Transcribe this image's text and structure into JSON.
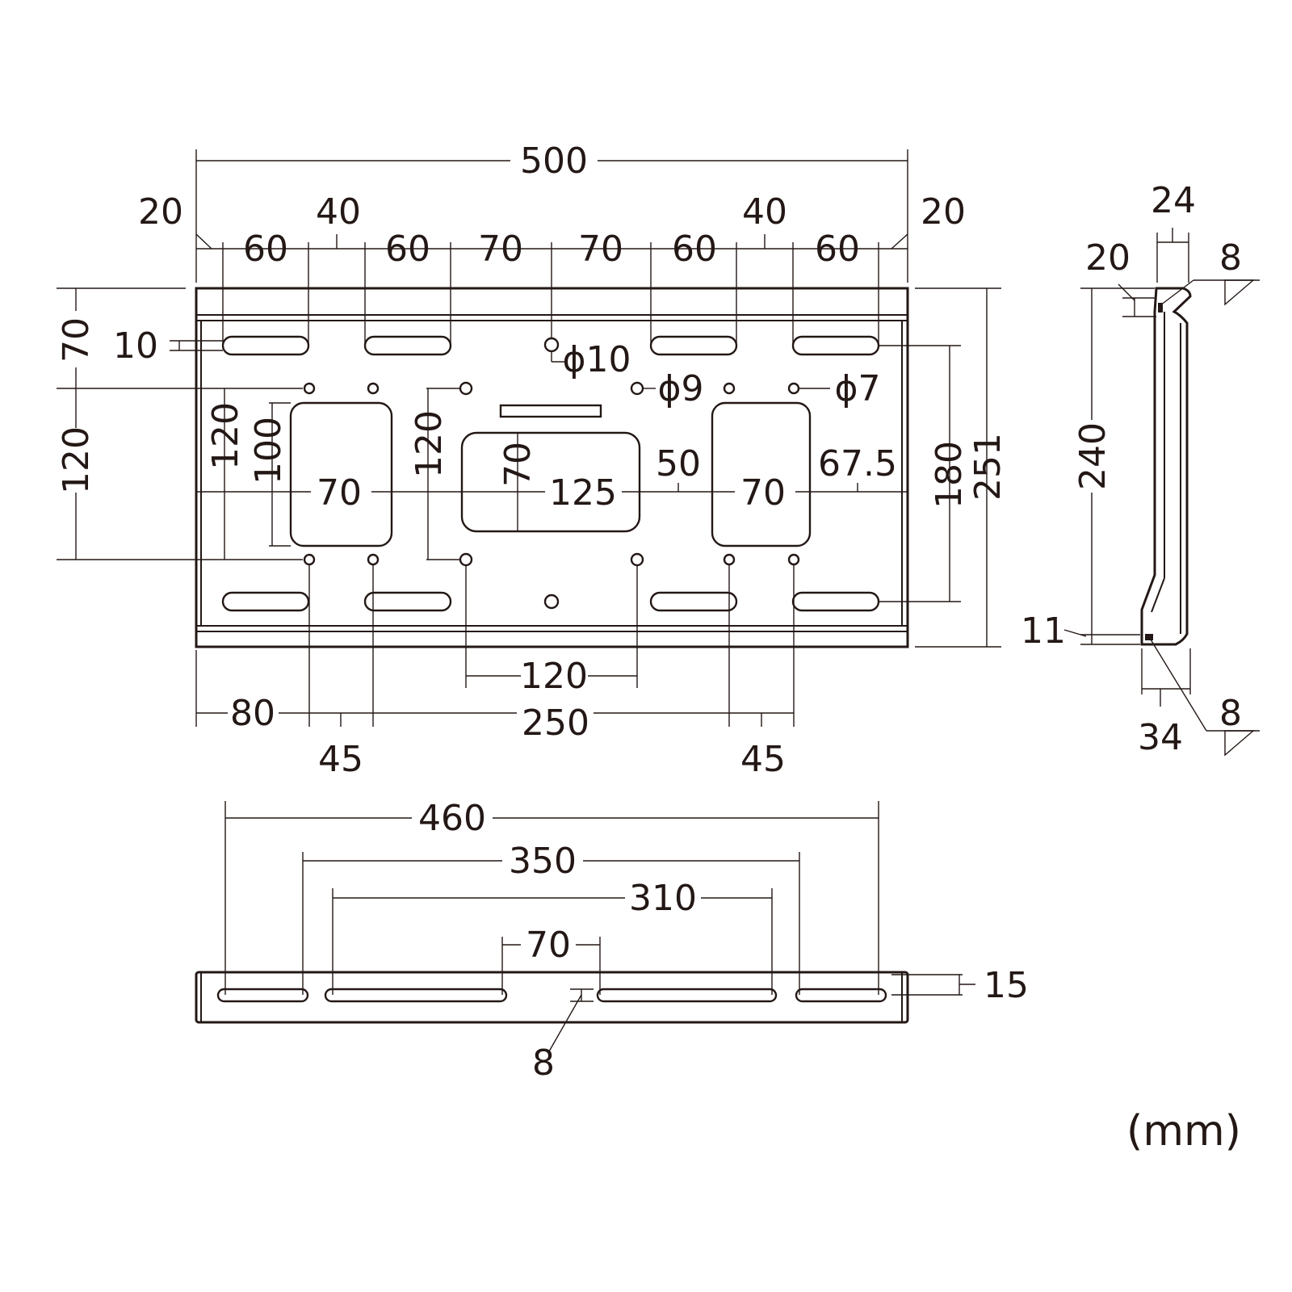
{
  "labels": {
    "width_500": "500",
    "top_20_left": "20",
    "top_20_right": "20",
    "top_40_left": "40",
    "top_40_right": "40",
    "top_60_a": "60",
    "top_60_b": "60",
    "top_70_a": "70",
    "top_70_b": "70",
    "top_60_c": "60",
    "top_60_d": "60",
    "left_70": "70",
    "left_10": "10",
    "left_120_outer": "120",
    "left_120_inner": "120",
    "left_100": "100",
    "mid_120": "120",
    "center_70_vertical": "70",
    "dia_10": "ϕ10",
    "dia_9": "ϕ9",
    "dia_7": "ϕ7",
    "mid_70_left": "70",
    "mid_125": "125",
    "mid_50": "50",
    "mid_70_right": "70",
    "mid_67_5": "67.5",
    "right_180": "180",
    "right_251": "251",
    "bottom_120": "120",
    "bottom_80": "80",
    "bottom_250": "250",
    "bottom_45_left": "45",
    "bottom_45_right": "45",
    "side_24": "24",
    "side_20": "20",
    "side_8_top": "8",
    "side_240": "240",
    "side_11": "11",
    "side_8_bottom": "8",
    "side_34": "34",
    "bar_460": "460",
    "bar_350": "350",
    "bar_310": "310",
    "bar_70": "70",
    "bar_15": "15",
    "bar_8": "8",
    "unit": "(mm)"
  }
}
